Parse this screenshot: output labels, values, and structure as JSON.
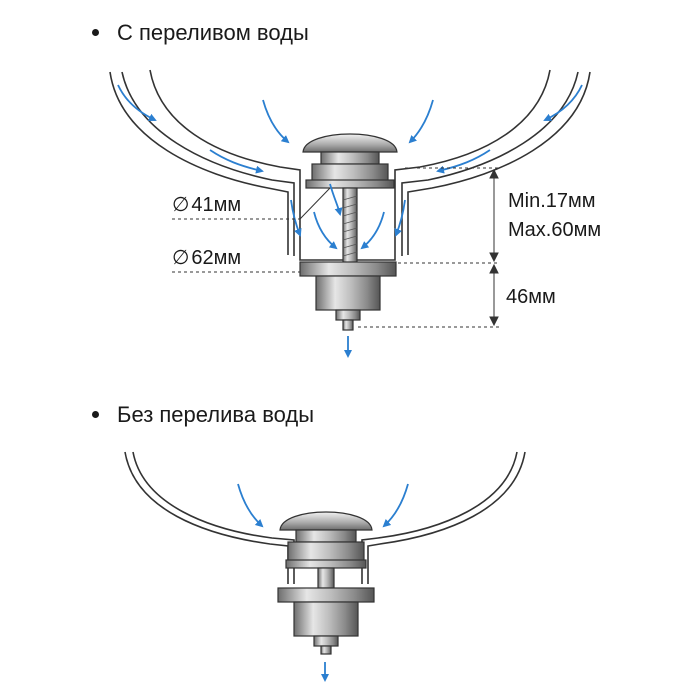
{
  "captions": {
    "with_overflow": "С переливом воды",
    "without_overflow": "Без перелива воды"
  },
  "dimensions": {
    "diameter_symbol": "∅",
    "d41": "41мм",
    "d62": "62мм",
    "min": "Min.17мм",
    "max": "Max.60мм",
    "height": "46мм"
  },
  "colors": {
    "flow_arrow": "#2b7fd0",
    "outline": "#333333",
    "chrome_light": "#dcdcdc",
    "chrome_dark": "#7a7a7a"
  }
}
